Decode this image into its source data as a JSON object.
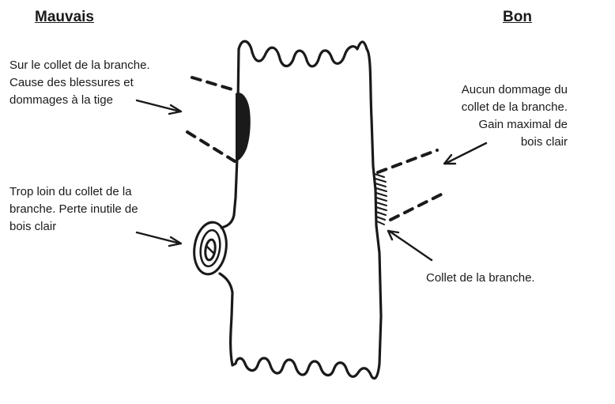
{
  "headings": {
    "bad": "Mauvais",
    "good": "Bon"
  },
  "notes": {
    "on_collar": {
      "lines": [
        "Sur le collet de la branche.",
        "Cause des blessures et",
        "dommages à la tige"
      ]
    },
    "too_far": {
      "lines": [
        "Trop loin du collet de la",
        "branche. Perte inutile de",
        "bois clair"
      ]
    },
    "correct": {
      "lines": [
        "Aucun dommage du",
        "collet de la branche.",
        "Gain maximal de",
        "bois clair"
      ]
    },
    "collar": {
      "lines": [
        "Collet de la branche."
      ]
    }
  },
  "colors": {
    "ink": "#1a1a1a",
    "background": "#ffffff"
  }
}
